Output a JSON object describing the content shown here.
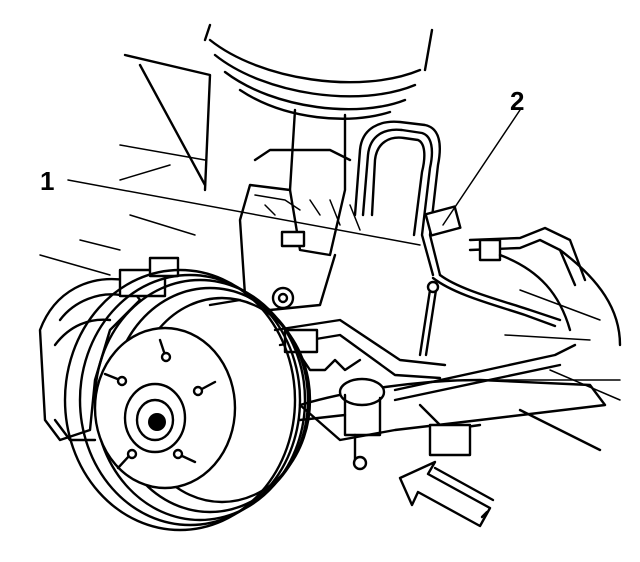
{
  "callouts": [
    {
      "id": "1",
      "label": "1"
    },
    {
      "id": "2",
      "label": "2"
    }
  ],
  "colors": {
    "ink": "#000000",
    "paper": "#ffffff"
  },
  "icons": {
    "direction_arrow": "hollow-arrow-icon"
  }
}
